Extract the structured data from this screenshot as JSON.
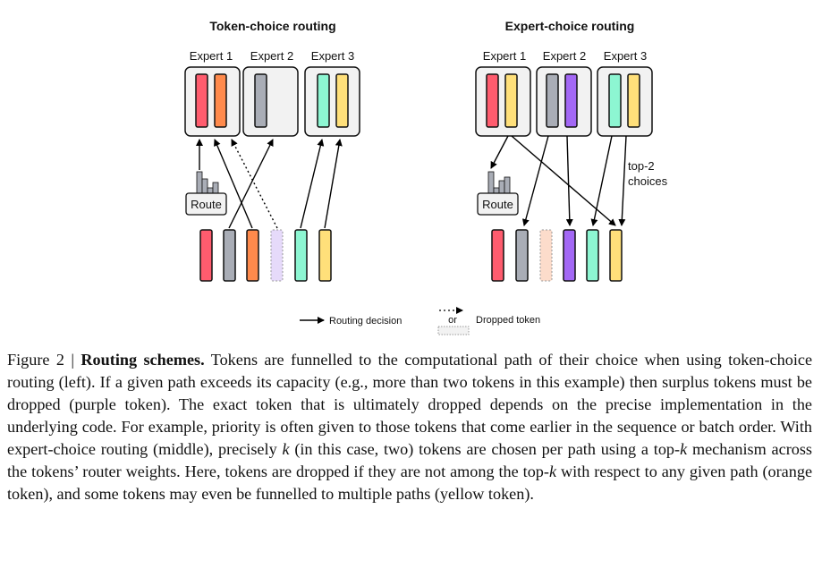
{
  "figure": {
    "left_title": "Token-choice routing",
    "right_title": "Expert-choice routing",
    "experts": [
      "Expert 1",
      "Expert 2",
      "Expert 3"
    ],
    "route_label": "Route",
    "top2_label_line1": "top-2",
    "top2_label_line2": "choices",
    "legend": {
      "routing_decision": "Routing decision",
      "or": "or",
      "dropped_token": "Dropped token"
    },
    "colors": {
      "red": "#FF5C6E",
      "gray": "#A9ADB6",
      "orange": "#FF8A4C",
      "purple": "#A368F5",
      "green": "#8DF6D2",
      "yellow": "#FFE07A",
      "dropped_purple": "#E6DAFA",
      "dropped_orange": "#FCDCCB",
      "expert_bg": "#F2F2F2"
    }
  },
  "caption": {
    "figure_num": "Figure 2 |",
    "title": "Routing schemes.",
    "part1": "Tokens are funnelled to the computational path of their choice when using token-choice routing (left). If a given path exceeds its capacity (e.g., more than two tokens in this example) then surplus tokens must be dropped (purple token). The exact token that is ultimately dropped depends on the precise implementation in the underlying code. For example, priority is often given to those tokens that come earlier in the sequence or batch order. With expert-choice routing (middle), precisely",
    "k1": "k",
    "part2": "(in this case, two) tokens are chosen per path using a top-",
    "k2": "k",
    "part3": "mechanism across the tokens’ router weights. Here, tokens are dropped if they are not among the top-",
    "k3": "k",
    "part4": "with respect to any given path (orange token), and some tokens may even be funnelled to multiple paths (yellow token)."
  }
}
